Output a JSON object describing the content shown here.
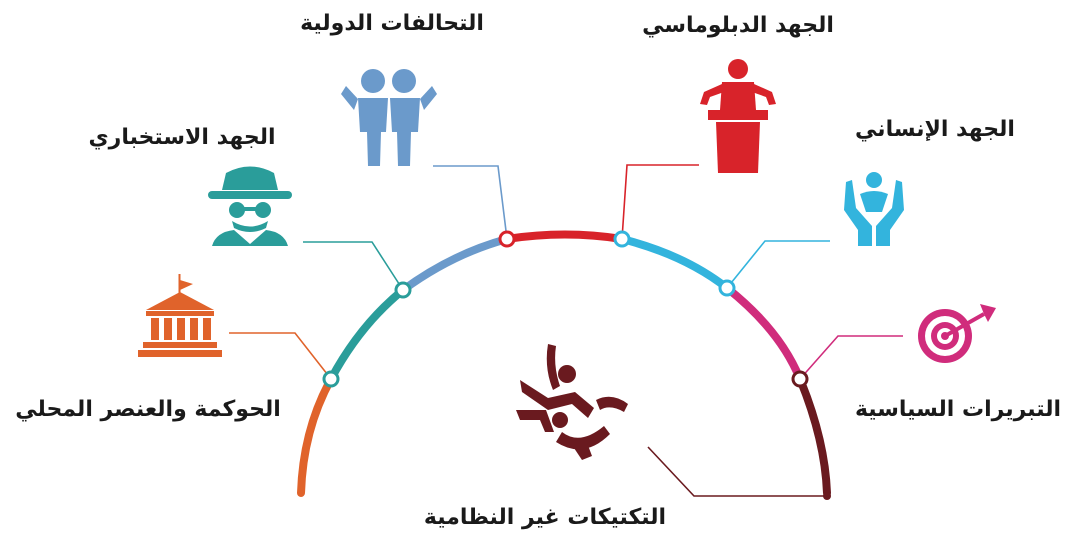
{
  "labels": {
    "diplomatic": "الجهد الدبلوماسي",
    "alliances": "التحالفات الدولية",
    "humanitarian": "الجهد الإنساني",
    "intelligence": "الجهد الاستخباري",
    "political": "التبريرات السياسية",
    "governance": "الحوكمة والعنصر المحلي",
    "irregular": "التكتيكات غير النظامية"
  },
  "colors": {
    "governance": "#e0632b",
    "intelligence": "#2a9d9a",
    "alliances": "#6b9acb",
    "diplomatic": "#d8232a",
    "humanitarian": "#33b4dd",
    "political": "#d02c7c",
    "irregular": "#6a1a1f"
  },
  "icons": {
    "governance": "government-building-icon",
    "intelligence": "spy-icon",
    "alliances": "two-people-icon",
    "diplomatic": "podium-speaker-icon",
    "humanitarian": "hands-protect-person-icon",
    "political": "target-arrow-icon",
    "irregular": "martial-arts-throw-icon"
  }
}
